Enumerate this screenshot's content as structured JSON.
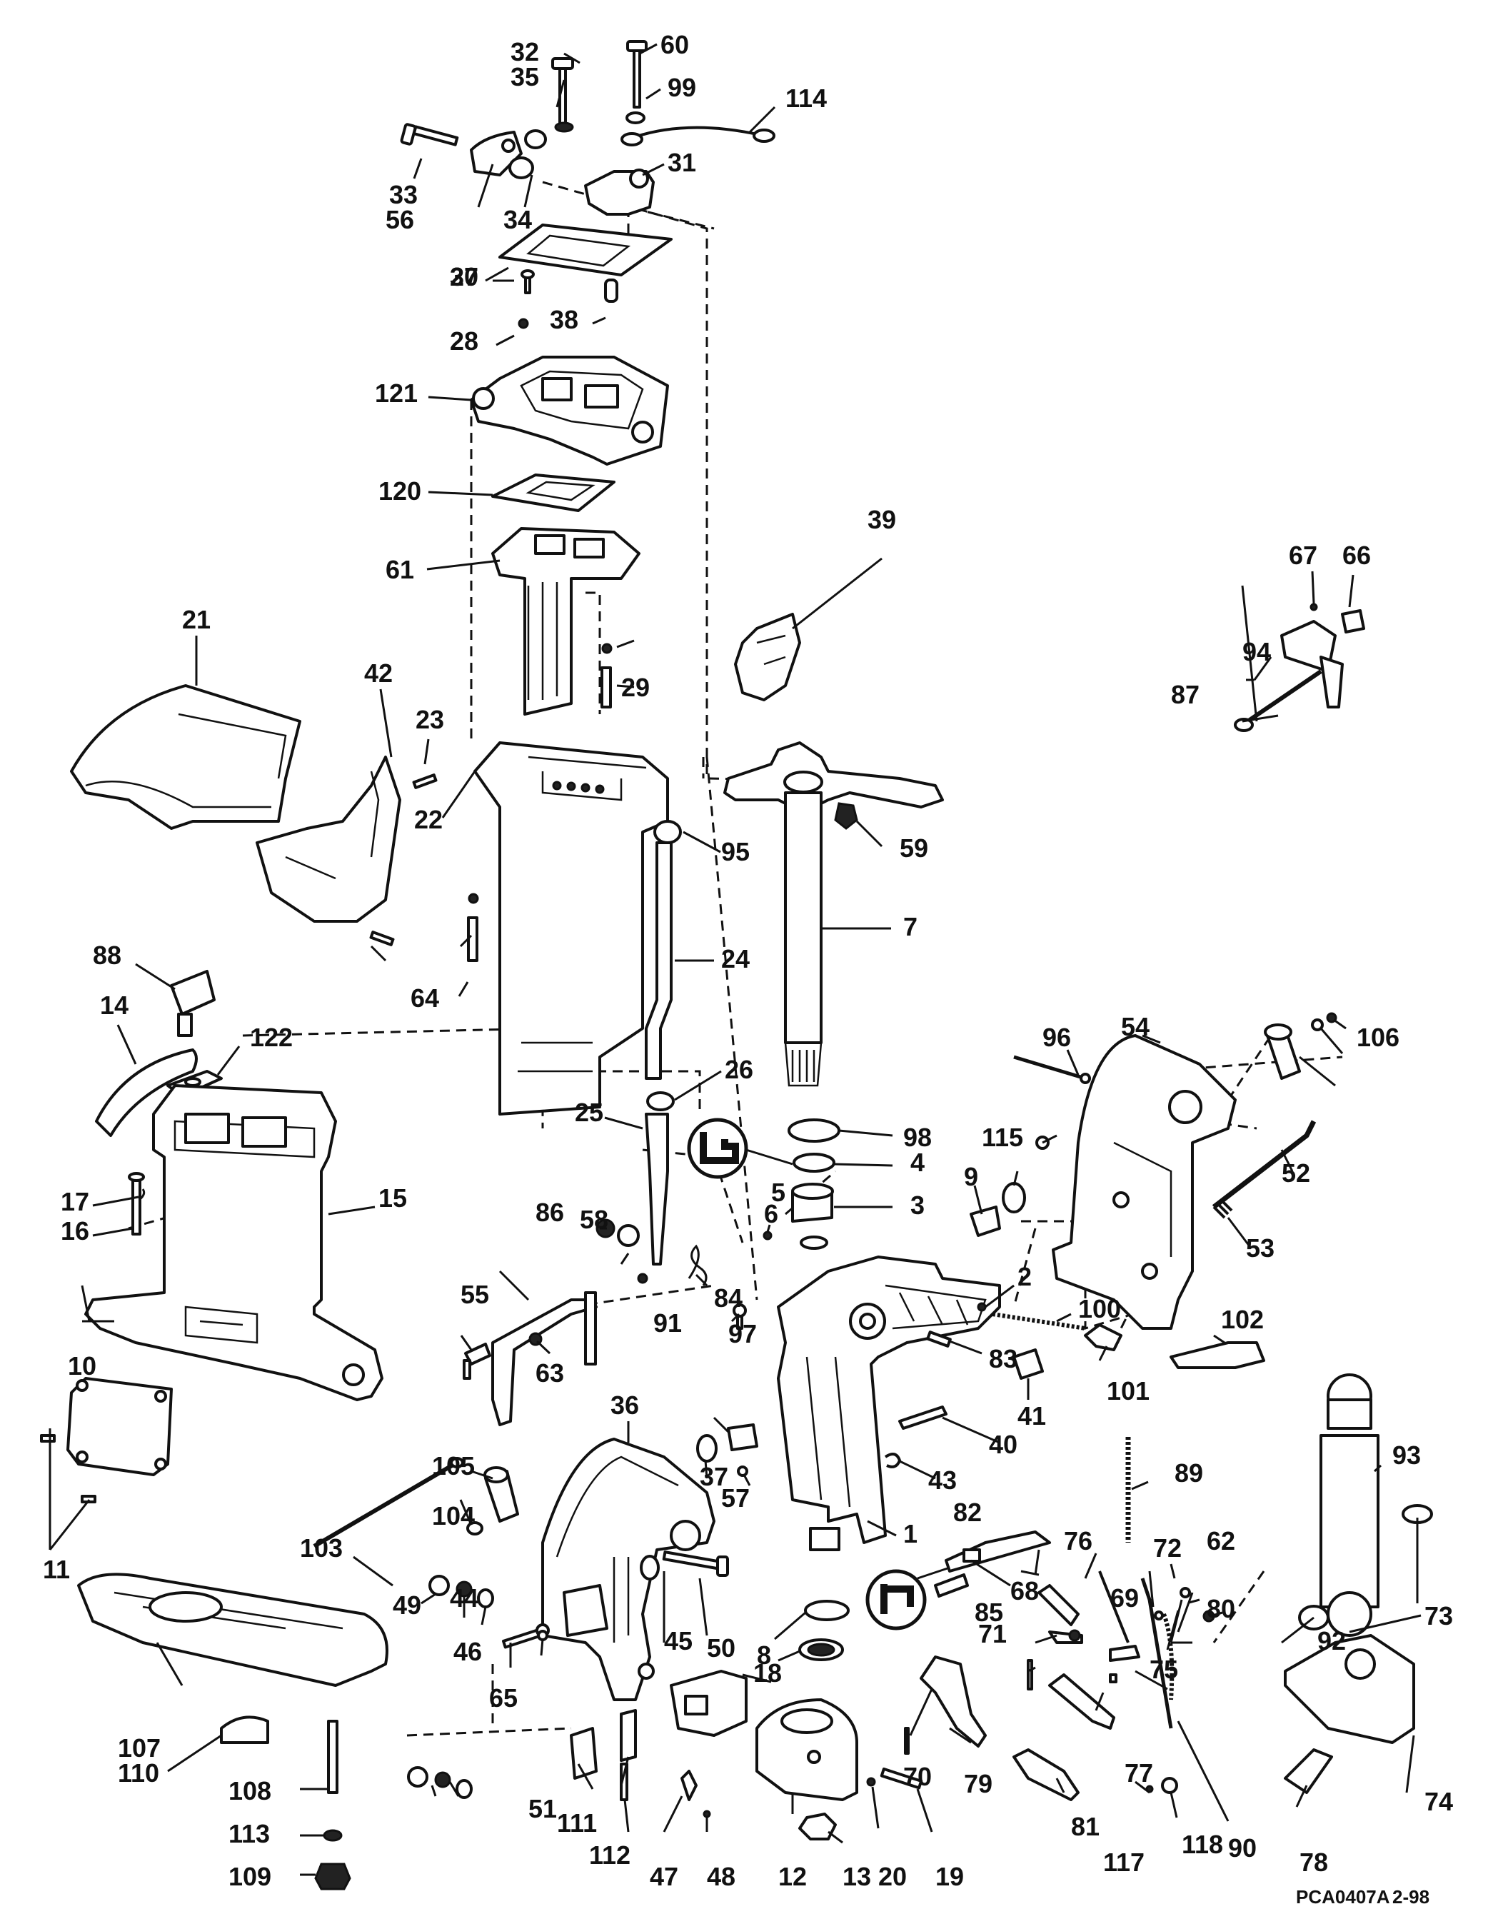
{
  "diagram": {
    "code": "PCA0407A",
    "date": "2-98",
    "callouts": [
      "1",
      "2",
      "3",
      "4",
      "5",
      "6",
      "7",
      "8",
      "9",
      "10",
      "11",
      "12",
      "13",
      "14",
      "15",
      "16",
      "17",
      "18",
      "19",
      "20",
      "21",
      "22",
      "23",
      "24",
      "25",
      "26",
      "27",
      "28",
      "29",
      "30",
      "31",
      "32",
      "33",
      "34",
      "35",
      "36",
      "37",
      "38",
      "39",
      "40",
      "41",
      "42",
      "43",
      "44",
      "45",
      "46",
      "47",
      "48",
      "49",
      "50",
      "51",
      "52",
      "53",
      "54",
      "55",
      "56",
      "57",
      "58",
      "59",
      "60",
      "61",
      "62",
      "63",
      "64",
      "65",
      "66",
      "67",
      "68",
      "69",
      "70",
      "71",
      "72",
      "73",
      "74",
      "75",
      "76",
      "77",
      "78",
      "79",
      "80",
      "81",
      "82",
      "83",
      "84",
      "85",
      "86",
      "87",
      "88",
      "89",
      "90",
      "91",
      "92",
      "93",
      "94",
      "95",
      "96",
      "97",
      "98",
      "99",
      "100",
      "101",
      "102",
      "103",
      "104",
      "105",
      "106",
      "107",
      "108",
      "109",
      "110",
      "111",
      "112",
      "113",
      "114",
      "115",
      "117",
      "118",
      "120",
      "121",
      "122"
    ]
  }
}
